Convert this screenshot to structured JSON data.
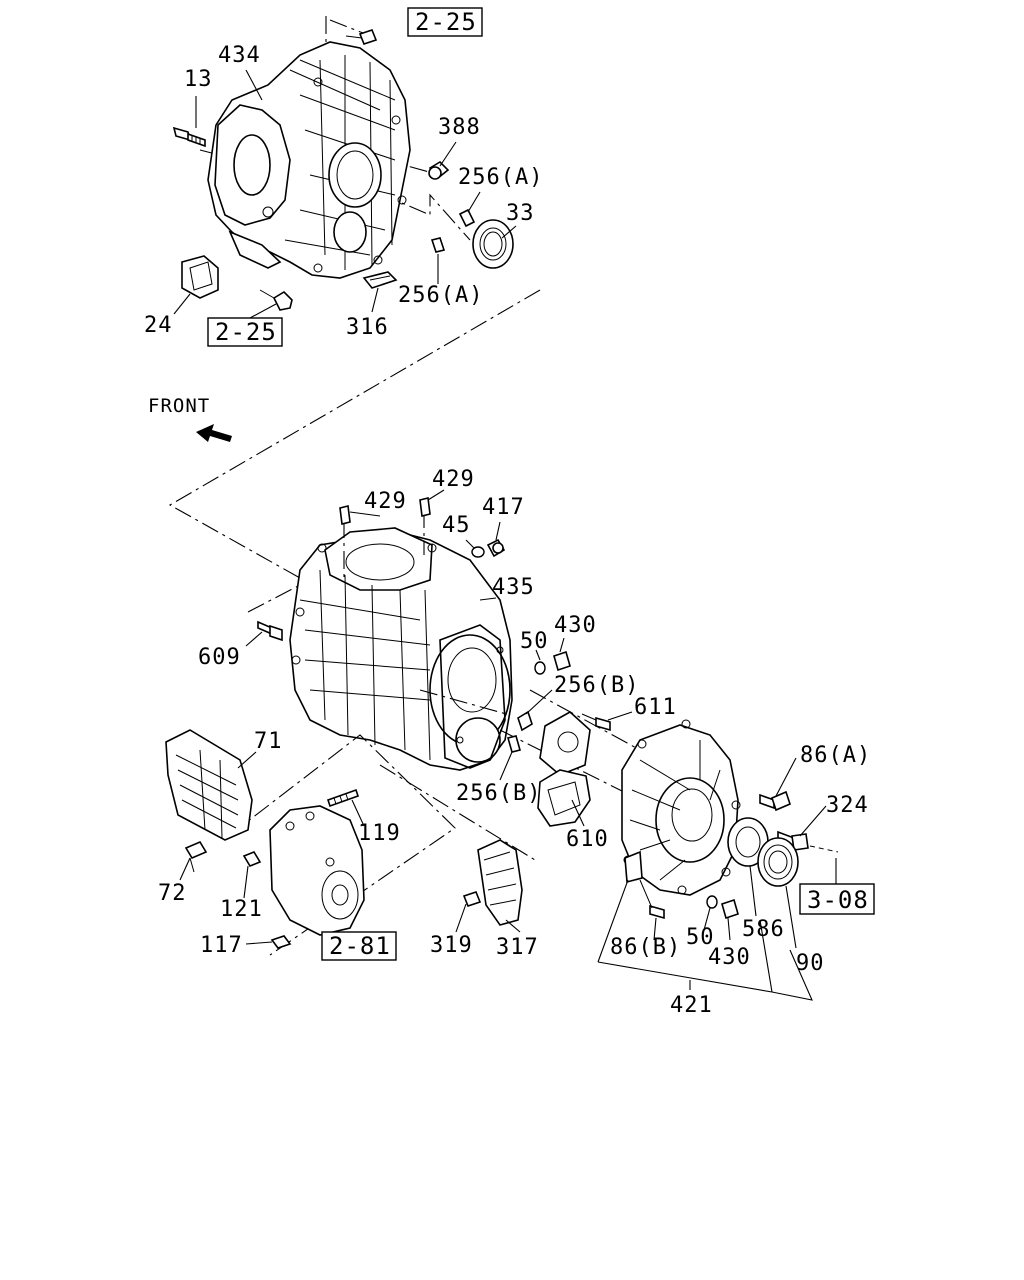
{
  "front_label": "FRONT",
  "labels": {
    "p434": "434",
    "p13": "13",
    "p388": "388",
    "p256a_1": "256(A)",
    "p33": "33",
    "p256a_2": "256(A)",
    "p24": "24",
    "p316": "316",
    "p429_1": "429",
    "p429_2": "429",
    "p45": "45",
    "p417": "417",
    "p435": "435",
    "p609": "609",
    "p50_1": "50",
    "p430_1": "430",
    "p256b_1": "256(B)",
    "p611": "611",
    "p71": "71",
    "p86a": "86(A)",
    "p256b_2": "256(B)",
    "p324": "324",
    "p119": "119",
    "p610": "610",
    "p72": "72",
    "p121": "121",
    "p117": "117",
    "p319": "319",
    "p317": "317",
    "p86b": "86(B)",
    "p50_2": "50",
    "p430_2": "430",
    "p586": "586",
    "p90": "90",
    "p421": "421"
  },
  "refs": {
    "r225_top": "2-25",
    "r225_bot": "2-25",
    "r281": "2-81",
    "r308": "3-08"
  }
}
